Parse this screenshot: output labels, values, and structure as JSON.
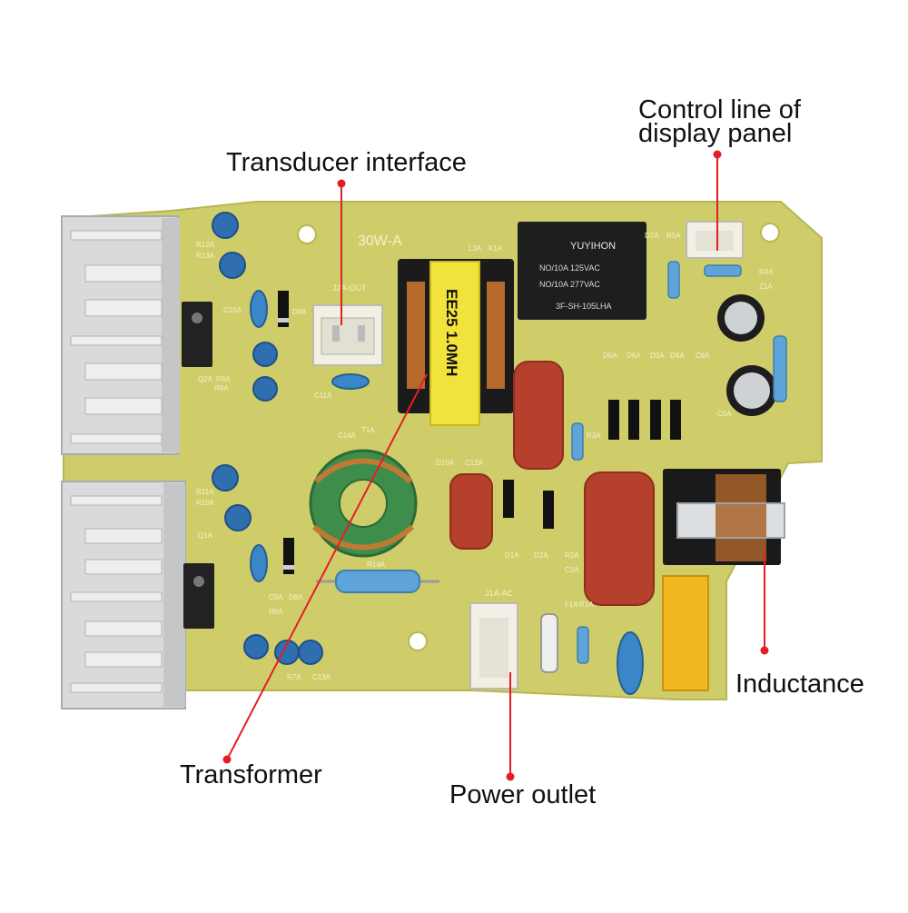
{
  "callouts": {
    "transducer": "Transducer interface",
    "control_line_1": "Control line of",
    "control_line_2": "display panel",
    "transformer": "Transformer",
    "power_outlet": "Power outlet",
    "inductance": "Inductance"
  },
  "board": {
    "model": "30W-A",
    "transformer_marking": "EE25 1.0MH",
    "relay_brand": "YUYIHON",
    "relay_line1": "NO/10A 125VAC",
    "relay_line2": "NO/10A 277VAC",
    "relay_model": "3F-SH-105LHA",
    "connectors": {
      "out": "J2A-OUT",
      "ac": "J1A-AC"
    },
    "silkscreen": [
      "R12A",
      "R13A",
      "C10A",
      "D9A",
      "Q2A",
      "R8A",
      "R9A",
      "C11A",
      "C14A",
      "T1A",
      "D10A",
      "C12A",
      "R11A",
      "R10A",
      "Q1A",
      "C9A",
      "D8A",
      "R14A",
      "R6A",
      "R7A",
      "C13A",
      "L3A",
      "K1A",
      "D7A",
      "R5A",
      "R4A",
      "Z1A",
      "D5A",
      "D6A",
      "D3A",
      "D4A",
      "C8A",
      "C5A",
      "R3A",
      "D1A",
      "D2A",
      "R2A",
      "C3A",
      "F1A",
      "R1A"
    ]
  },
  "colors": {
    "pcb": "#cfcd6a",
    "pcb_edge": "#b8b652",
    "heatsink": "#d8dadb",
    "dot": "#e31f26",
    "line": "#e31f26",
    "capacitor_film": "#b5402c",
    "capacitor_blue": "#2f6fb0",
    "toroid": "#3e8d4a",
    "fuse_yellow": "#f2b81f"
  }
}
